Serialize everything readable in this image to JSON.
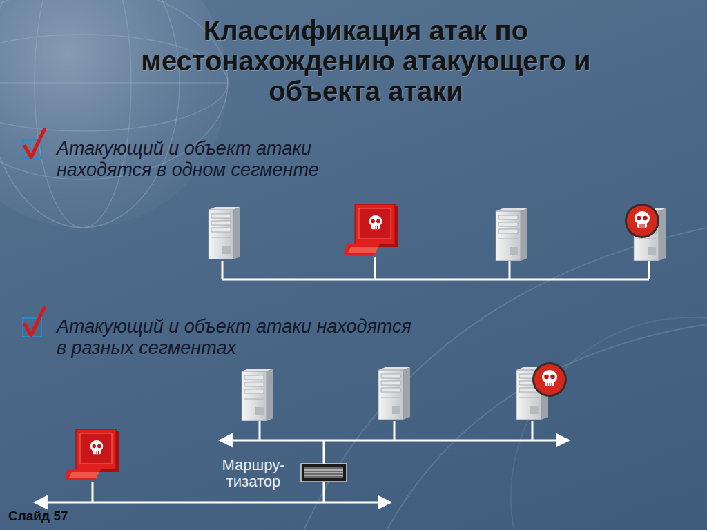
{
  "diagram": {
    "title": "Классификация атак по местонахождению атакующего и объекта атаки",
    "nodes": [
      {
        "text": [
          "Маршру- тизатор"
        ]
      }
    ],
    "labels": [
      "Атакующий и объект атаки находятся в одном сегменте",
      "Атакующий и объект атаки находятся в разных сегментах",
      "Слайд 57"
    ]
  }
}
